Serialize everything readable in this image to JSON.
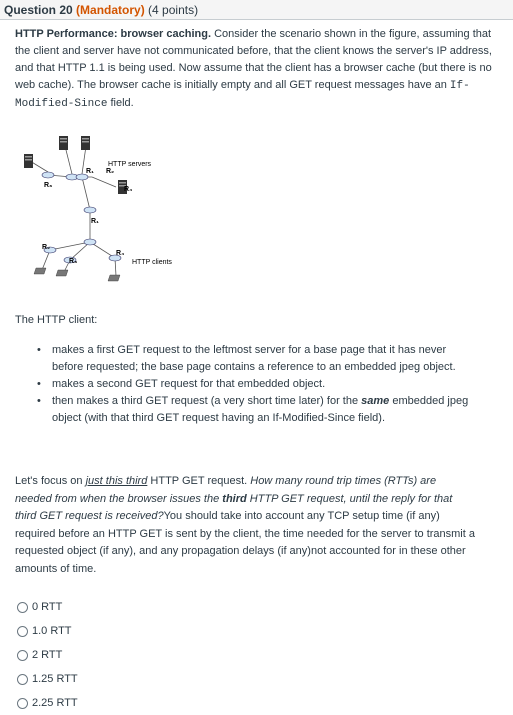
{
  "header": {
    "question": "Question 20",
    "mandatory": "(Mandatory)",
    "points": "(4 points)"
  },
  "prompt": {
    "bold_lead": "HTTP Performance: browser caching.",
    "text": " Consider the scenario shown in the figure, assuming that the client and server have not communicated before, that the client knows the server's IP address, and that HTTP 1.1  is being used. Now assume that the client has a browser cache (but there is no web cache). The browser cache is initially empty and all GET request messages have an ",
    "code": "If-Modified-Since",
    "tail": " field."
  },
  "figure": {
    "servers_label": "HTTP servers",
    "clients_label": "HTTP clients",
    "routers": [
      "R₁",
      "R₂",
      "R₃",
      "R₄",
      "R₁",
      "R₂",
      "R₃",
      "R₄"
    ]
  },
  "client_heading": "The HTTP client:",
  "bullets": [
    "makes a first GET request to the leftmost server for a base page that it has never before requested; the base page contains a reference to an embedded jpeg object.",
    "makes a second GET request for that embedded object.",
    "then makes a third GET request (a very short time later) for the same embedded jpeg object (with that third GET request having an  If-Modified-Since field)."
  ],
  "focus": {
    "lead": "Let's focus on ",
    "underlined": "just this third",
    "after_u": " HTTP GET request. ",
    "italic1": "How many round trip times (RTTs) are needed from when the browser issues the ",
    "bold_italic": "third",
    "italic2": " HTTP GET request, until the reply for that third GET request is received?",
    "rest": "You should take into account any TCP setup time (if any) required before an HTTP GET is  sent by the client, the time needed for the server to transmit a requested object (if any), and any propagation delays (if any)not accounted for in these other amounts of time."
  },
  "choices": [
    "0 RTT",
    "1.0 RTT",
    "2 RTT",
    "1.25 RTT",
    "2.25  RTT"
  ]
}
